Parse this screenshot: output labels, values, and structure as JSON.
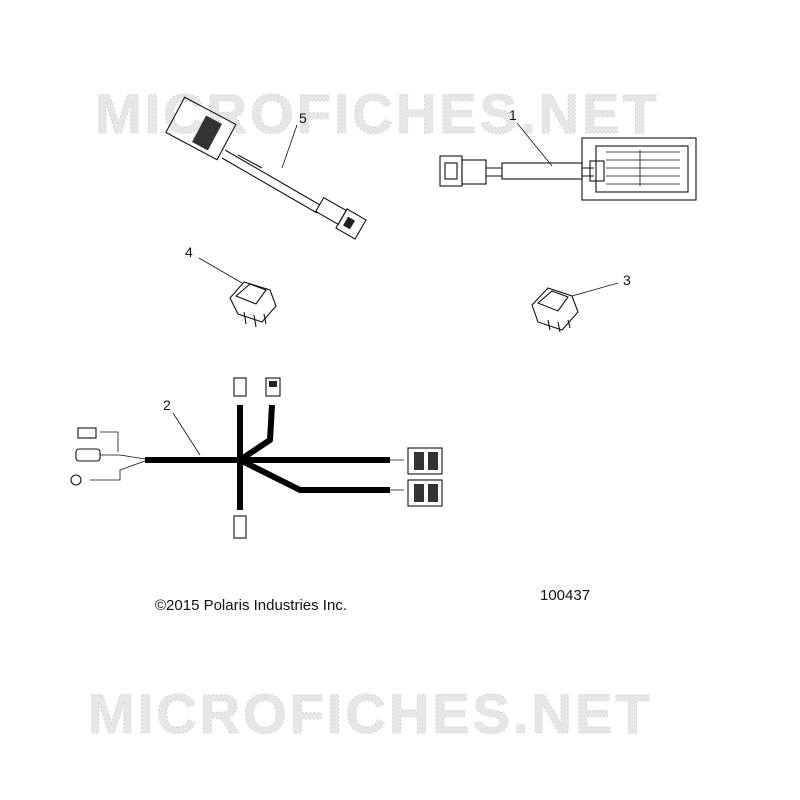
{
  "watermark": {
    "text": "MICROFICHES.NET"
  },
  "callouts": [
    {
      "id": "1",
      "label": "1"
    },
    {
      "id": "2",
      "label": "2"
    },
    {
      "id": "3",
      "label": "3"
    },
    {
      "id": "4",
      "label": "4"
    },
    {
      "id": "5",
      "label": "5"
    }
  ],
  "footer": {
    "copyright": "©2015 Polaris Industries Inc.",
    "figure_number": "100437"
  }
}
